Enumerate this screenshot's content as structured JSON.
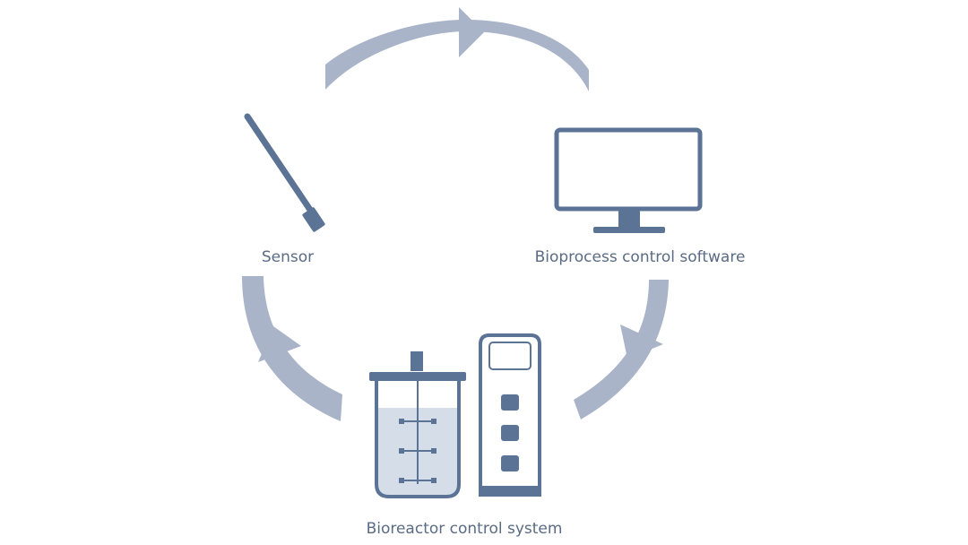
{
  "labels": {
    "sensor": "Sensor",
    "software": "Bioprocess control software",
    "bioreactor": "Bioreactor control system"
  },
  "colors": {
    "arrow": "#a9b4c8",
    "icon_dark": "#5b7395",
    "liquid": "#d5dde8",
    "outline": "#5b7395",
    "text": "#5a6b84"
  },
  "icons": {
    "sensor": "sensor-probe-icon",
    "software": "monitor-icon",
    "vessel": "bioreactor-vessel-icon",
    "controller": "control-unit-icon"
  }
}
